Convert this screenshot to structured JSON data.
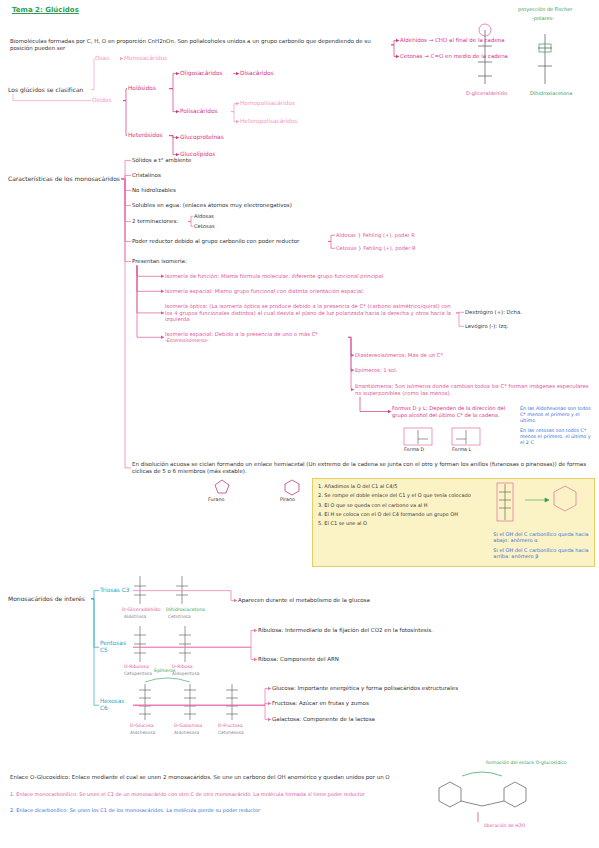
{
  "diagram": {
    "title": "Tema 2: Glúcidos",
    "nodes": [
      {
        "text": [
          "Los glúcidos se clasifican"
        ]
      },
      {
        "text": [
          "Osas"
        ]
      },
      {
        "text": [
          "Monosacáridos"
        ]
      },
      {
        "text": [
          "Ósidos"
        ]
      },
      {
        "text": [
          "Holósidos"
        ]
      },
      {
        "text": [
          "Oligosacáridos"
        ]
      },
      {
        "text": [
          "Disacáridos"
        ]
      },
      {
        "text": [
          "Polisacáridos"
        ]
      },
      {
        "text": [
          "Homopolisacáridos"
        ]
      },
      {
        "text": [
          "Heteropolisacáridos"
        ]
      },
      {
        "text": [
          "Heterósidos"
        ]
      },
      {
        "text": [
          "Glucoproteínas"
        ]
      },
      {
        "text": [
          "Glucolípidos"
        ]
      },
      {
        "text": [
          "Biomoléculas formadas por C, H, O en proporción CnH2nOn. Son polialcoholes unidos a un grupo carbonilo que dependiendo de su posición pueden ser"
        ]
      },
      {
        "text": [
          "Aldehídos → CHO al final de la cadena"
        ]
      },
      {
        "text": [
          "Cetonas → C=O en medio de la cadena"
        ]
      },
      {
        "text": [
          "Características de los monosacáridos"
        ]
      },
      {
        "text": [
          "Sólidos a t° ambiente"
        ]
      },
      {
        "text": [
          "Cristalinos"
        ]
      },
      {
        "text": [
          "No hidrolizables"
        ]
      },
      {
        "text": [
          "Solubles en agua: (enlaces átomos muy electronegativos)"
        ]
      },
      {
        "text": [
          "2 terminaciones:"
        ]
      },
      {
        "text": [
          "Aldosas"
        ]
      },
      {
        "text": [
          "Cetosas"
        ]
      },
      {
        "text": [
          "Poder reductor debido al grupo carbonilo con poder reductor"
        ]
      },
      {
        "text": [
          "Aldosas } Fehling (+), poder R"
        ]
      },
      {
        "text": [
          "Cetosas } Fehling (+), poder R"
        ]
      },
      {
        "text": [
          "Presentan isomería:"
        ]
      },
      {
        "text": [
          "Isomería de función: Misma fórmula molecular, diferente grupo funcional principal"
        ]
      },
      {
        "text": [
          "Isomería espacial: Mismo grupo funcional con distinta orientación espacial."
        ]
      },
      {
        "text": [
          "Isomería óptica: (La isomería óptica se produce debido a la presencia de C* (carbono asimétrico/quiral) con los 4 grupos funcionales distintos) el cual desvía el plano de luz polarizada hacia la derecha y otros hacia la izquierda"
        ]
      },
      {
        "text": [
          "Dextrógiro (+): Dcha."
        ]
      },
      {
        "text": [
          "Levógiro (-): Izq."
        ]
      },
      {
        "text": [
          "Isomería espacial: Debido a la presencia de uno o más C*",
          "-Estereoisómeros-"
        ]
      },
      {
        "text": [
          "Diastereoisómeros: Más de un C*"
        ]
      },
      {
        "text": [
          "Epímeros: 1 sol."
        ]
      },
      {
        "text": [
          "Enantiómeros: Son isómeros donde cambian todos los C* forman imágenes especulares no superponibles (como las manos)."
        ]
      },
      {
        "text": [
          "Formas D y L: Dependen de la dirección del grupo alcohol del último C* de la cadena."
        ]
      },
      {
        "text": [
          "En disolución acuosa se ciclan formando un enlace hemiacetal (Un extremo de la cadena se junta con el otro y forman los anillos (furanosas o piranosas)) de formas cíclicas de 5 o 6 miembros (más estable)."
        ]
      },
      {
        "text": [
          "1. Añadimos la O del C1 al C4/5",
          "2. Se rompe el doble enlace del C1 y el O que tenía colocado",
          "3. El O que se queda con el carbono va al H",
          "4. El H se coloca con el O del C4 formando un grupo OH",
          "5. El C1 se une al O",
          "Si el OH del C carbonílico queda hacia abajo: anómero α",
          "Si el OH del C carbonílico queda hacia arriba: anómero β"
        ]
      },
      {
        "text": [
          "Monosacáridos de interés"
        ]
      },
      {
        "text": [
          "Triosas C3"
        ]
      },
      {
        "text": [
          "Pentosas C5"
        ]
      },
      {
        "text": [
          "Hexosas C6"
        ]
      },
      {
        "text": [
          "Aparecen durante el metabolismo de la glucosa"
        ]
      },
      {
        "text": [
          "Ribulosa: Intermediario de la fijación del CO2 en la fotosíntesis."
        ]
      },
      {
        "text": [
          "Ribosa: Componente del ARN"
        ]
      },
      {
        "text": [
          "Glucosa: Importante energética y forma polisacáridos estructurales"
        ]
      },
      {
        "text": [
          "Fructosa: Azúcar en frutas y zumos"
        ]
      },
      {
        "text": [
          "Galactosa: Componente de la lactosa"
        ]
      }
    ],
    "edges": [
      {
        "from": 13,
        "to": 14,
        "arrow": "to"
      },
      {
        "from": 13,
        "to": 15,
        "arrow": "to"
      },
      {
        "from": 0,
        "to": 1,
        "arrow": "none"
      },
      {
        "from": 0,
        "to": 3,
        "arrow": "none"
      },
      {
        "from": 1,
        "to": 2,
        "arrow": "to"
      },
      {
        "from": 3,
        "to": 4,
        "arrow": "none"
      },
      {
        "from": 3,
        "to": 10,
        "arrow": "none"
      },
      {
        "from": 4,
        "to": 5,
        "arrow": "to"
      },
      {
        "from": 4,
        "to": 7,
        "arrow": "to"
      },
      {
        "from": 5,
        "to": 6,
        "arrow": "to"
      },
      {
        "from": 7,
        "to": 8,
        "arrow": "to"
      },
      {
        "from": 7,
        "to": 9,
        "arrow": "to"
      },
      {
        "from": 10,
        "to": 11,
        "arrow": "to"
      },
      {
        "from": 10,
        "to": 12,
        "arrow": "to"
      },
      {
        "from": 16,
        "to": 17,
        "arrow": "none"
      },
      {
        "from": 16,
        "to": 18,
        "arrow": "none"
      },
      {
        "from": 16,
        "to": 19,
        "arrow": "none"
      },
      {
        "from": 16,
        "to": 20,
        "arrow": "none"
      },
      {
        "from": 16,
        "to": 21,
        "arrow": "none"
      },
      {
        "from": 16,
        "to": 24,
        "arrow": "none"
      },
      {
        "from": 16,
        "to": 27,
        "arrow": "none"
      },
      {
        "from": 16,
        "to": 38,
        "arrow": "none"
      },
      {
        "from": 21,
        "to": 22,
        "arrow": "none"
      },
      {
        "from": 21,
        "to": 23,
        "arrow": "none"
      },
      {
        "from": 24,
        "to": 25,
        "arrow": "none"
      },
      {
        "from": 24,
        "to": 26,
        "arrow": "none"
      },
      {
        "from": 27,
        "to": 28,
        "arrow": "to"
      },
      {
        "from": 27,
        "to": 29,
        "arrow": "to"
      },
      {
        "from": 27,
        "to": 30,
        "arrow": "to"
      },
      {
        "from": 27,
        "to": 33,
        "arrow": "to"
      },
      {
        "from": 30,
        "to": 31,
        "arrow": "none"
      },
      {
        "from": 30,
        "to": 32,
        "arrow": "none"
      },
      {
        "from": 33,
        "to": 34,
        "arrow": "to"
      },
      {
        "from": 33,
        "to": 35,
        "arrow": "to"
      },
      {
        "from": 33,
        "to": 36,
        "arrow": "to"
      },
      {
        "from": 36,
        "to": 37,
        "arrow": "to"
      },
      {
        "from": 40,
        "to": 41,
        "arrow": "none"
      },
      {
        "from": 40,
        "to": 42,
        "arrow": "none"
      },
      {
        "from": 40,
        "to": 43,
        "arrow": "none"
      },
      {
        "from": 41,
        "to": 44,
        "arrow": "to"
      },
      {
        "from": 42,
        "to": 45,
        "arrow": "to"
      },
      {
        "from": 42,
        "to": 46,
        "arrow": "to"
      },
      {
        "from": 43,
        "to": 47,
        "arrow": "to"
      },
      {
        "from": 43,
        "to": 48,
        "arrow": "to"
      },
      {
        "from": 43,
        "to": 49,
        "arrow": "to"
      }
    ],
    "labels": [
      "proyección de Fischer",
      "-polares-",
      "D-gliceraldehído",
      "Dihidroxiacetona",
      "Forma D",
      "Forma L",
      "En las Aldohexosas son todos C* menos el primero y el último",
      "En las cetosas son todos C* menos el primero, el último y el 2 C",
      "Furano",
      "Pirano",
      "D-Gliceraldehído",
      "Dihidroxiacetona",
      "Aldotriosa",
      "Cetotriosa",
      "D-Ribulosa",
      "Cetopentosa",
      "D-Ribosa",
      "Aldopentosa",
      "Epímeros",
      "D-Glucosa",
      "D-Galactosa",
      "D-Fructosa",
      "Aldohexosa",
      "Aldohexosa",
      "Cetohexosa",
      "Enlace O-Glucosídico: Enlace mediante el cual se unen 2 monosacáridos. Se une un carbono del OH anomérico y quedan unidos por un O",
      "1. Enlace monocarbonílico: Se unen el C1 de un monosacárido con otro C de otro monosacárido. La molécula formada sí tiene poder reductor",
      "2. Enlace dicarbonílico: Se unen los C1 de los monosacáridos. La molécula pierde su poder reductor",
      "formación del enlace O-glucosídico",
      "liberación de H2O"
    ]
  }
}
